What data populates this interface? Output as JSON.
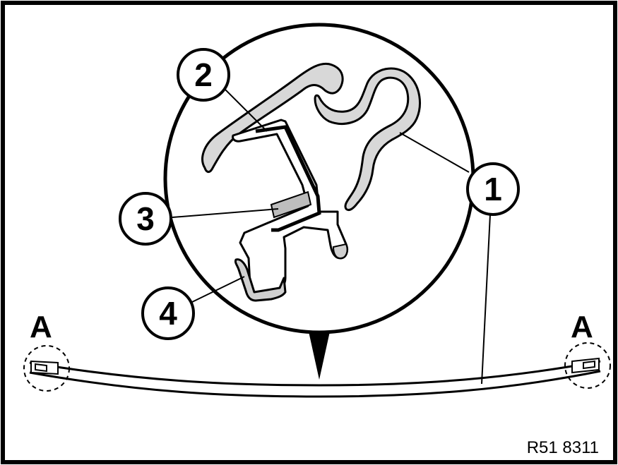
{
  "figure_id": "R51 8311",
  "section_label": "A",
  "callouts": [
    {
      "id": "callout-1",
      "label": "1"
    },
    {
      "id": "callout-2",
      "label": "2"
    },
    {
      "id": "callout-3",
      "label": "3"
    },
    {
      "id": "callout-4",
      "label": "4"
    }
  ],
  "colors": {
    "line": "#000000",
    "part_fill": "#d8d8d8",
    "part_fill_light": "#e6e6e6",
    "background": "#ffffff"
  }
}
